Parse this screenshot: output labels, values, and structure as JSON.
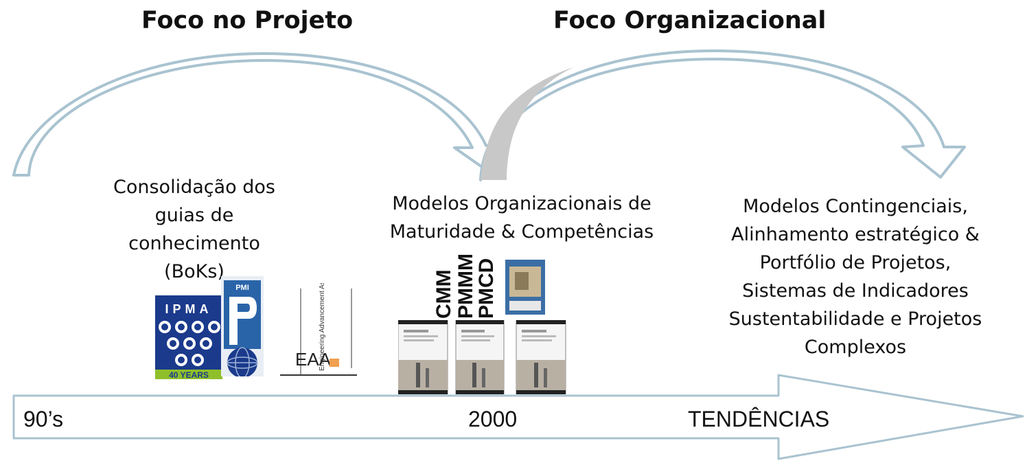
{
  "headings": {
    "project_focus": "Foco no Projeto",
    "organizational_focus": "Foco Organizacional"
  },
  "blocks": {
    "boks": [
      "Consolidação dos",
      "guias de",
      "conhecimento",
      "(BoKs)"
    ],
    "maturity": [
      "Modelos Organizacionais de",
      "Maturidade & Competências"
    ],
    "trends": [
      "Modelos Contingenciais,",
      "Alinhamento estratégico &",
      "Portfólio de Projetos,",
      "Sistemas de Indicadores",
      "Sustentabilidade e Projetos",
      "Complexos"
    ]
  },
  "logos": {
    "ipma_top": "IPMA",
    "ipma_bottom": "40 YEARS",
    "pmi": "PMI",
    "enaa": "Engineering Advancement Association of Japan",
    "enaa_letters": "EAA"
  },
  "models": [
    "CMM",
    "PMMM",
    "PMCD"
  ],
  "timeline": {
    "start": "90’s",
    "middle": "2000",
    "end": "TENDÊNCIAS"
  },
  "colors": {
    "arrow_stroke": "#a9c3d0",
    "arrow_fill": "#ffffff",
    "overlap_fill": "#c8c8c8",
    "ipma_blue": "#1b3a8c",
    "ipma_green": "#8fbf2a",
    "pmi_blue": "#2a64a8"
  }
}
